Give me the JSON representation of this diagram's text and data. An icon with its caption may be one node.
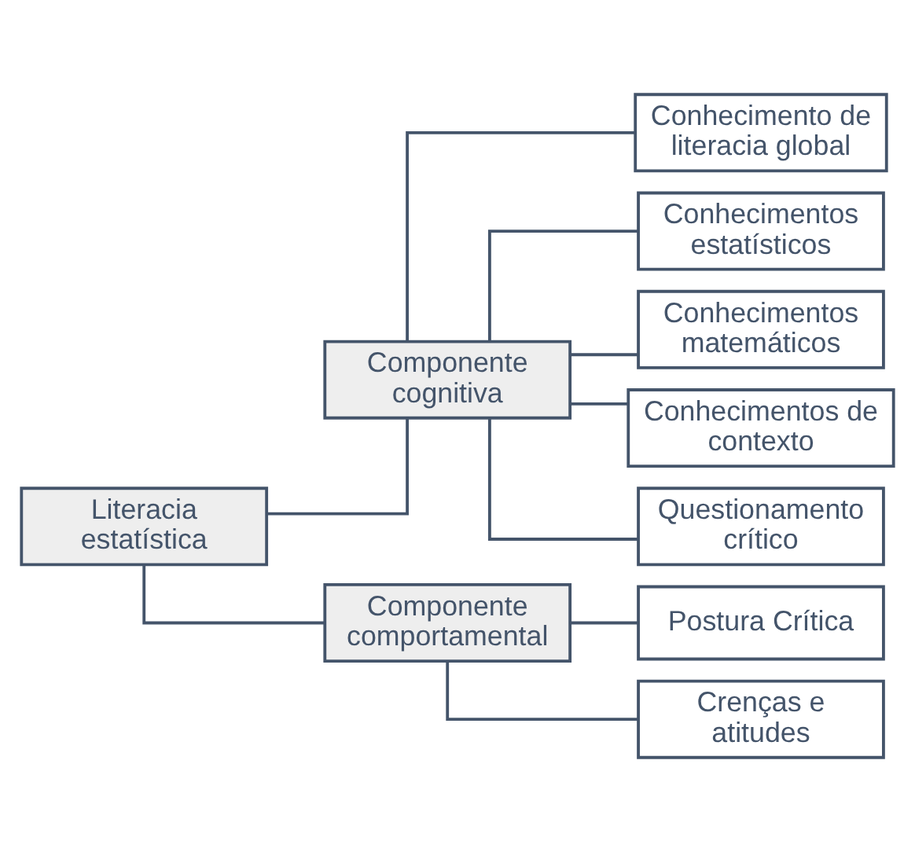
{
  "diagram": {
    "nodes": [
      {
        "text": [
          "Literacia estatística"
        ]
      },
      {
        "text": [
          "Componente cognitiva"
        ]
      },
      {
        "text": [
          "Componente comportamental"
        ]
      },
      {
        "text": [
          "Conhecimento de literacia global"
        ]
      },
      {
        "text": [
          "Conhecimentos estatísticos"
        ]
      },
      {
        "text": [
          "Conhecimentos matemáticos"
        ]
      },
      {
        "text": [
          "Conhecimentos de contexto"
        ]
      },
      {
        "text": [
          "Questionamento crítico"
        ]
      },
      {
        "text": [
          "Postura Crítica"
        ]
      },
      {
        "text": [
          "Crenças e atitudes"
        ]
      }
    ],
    "edges": [
      {
        "from": 0,
        "to": 1,
        "arrow": "none"
      },
      {
        "from": 0,
        "to": 2,
        "arrow": "none"
      },
      {
        "from": 1,
        "to": 3,
        "arrow": "none"
      },
      {
        "from": 1,
        "to": 4,
        "arrow": "none"
      },
      {
        "from": 1,
        "to": 5,
        "arrow": "none"
      },
      {
        "from": 1,
        "to": 6,
        "arrow": "none"
      },
      {
        "from": 1,
        "to": 7,
        "arrow": "none"
      },
      {
        "from": 2,
        "to": 8,
        "arrow": "none"
      },
      {
        "from": 2,
        "to": 9,
        "arrow": "none"
      }
    ]
  }
}
